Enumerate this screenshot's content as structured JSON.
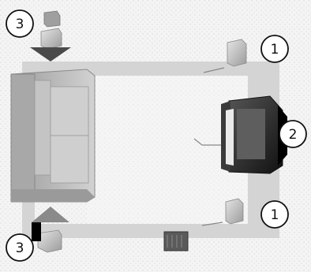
{
  "diagram": {
    "callouts": [
      {
        "id": "front-right-speaker",
        "label": "1"
      },
      {
        "id": "front-left-speaker",
        "label": "1"
      },
      {
        "id": "center-speaker-tv",
        "label": "2"
      },
      {
        "id": "rear-left-speaker",
        "label": "3"
      },
      {
        "id": "rear-right-speaker",
        "label": "3"
      }
    ]
  },
  "colors": {
    "wall_band": "#d4d4d4",
    "floor": "#f3f3f3",
    "sofa": "#b9b9b9",
    "tv_frame": "#2a2a2a",
    "subwoofer": "#5a5a5a"
  }
}
